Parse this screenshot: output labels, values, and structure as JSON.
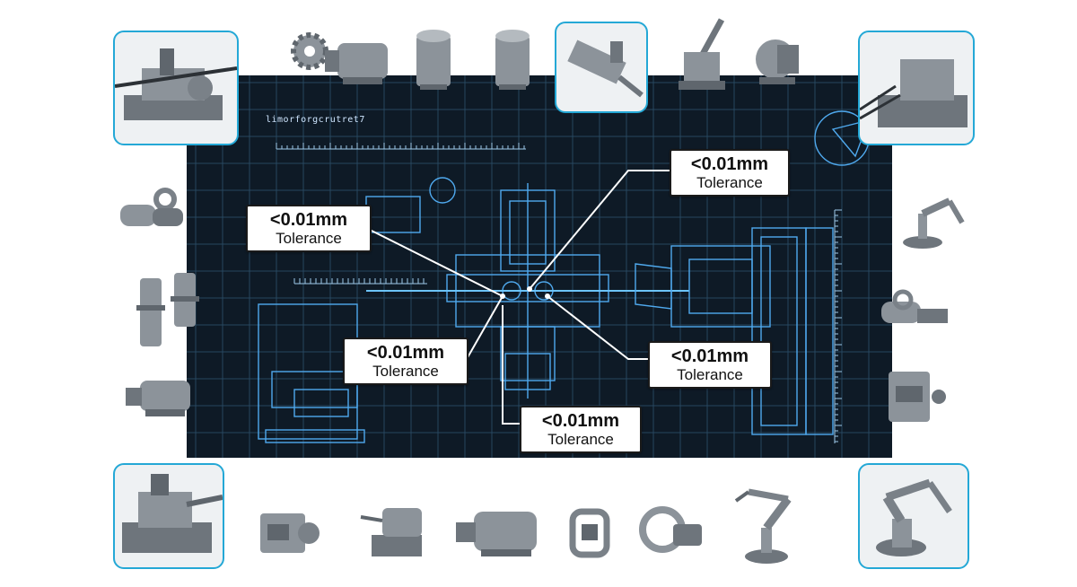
{
  "blueprint": {
    "title": "limorforgcrutret7"
  },
  "callouts": [
    {
      "value": "<0.01mm",
      "label": "Tolerance"
    },
    {
      "value": "<0.01mm",
      "label": "Tolerance"
    },
    {
      "value": "<0.01mm",
      "label": "Tolerance"
    },
    {
      "value": "<0.01mm",
      "label": "Tolerance"
    },
    {
      "value": "<0.01mm",
      "label": "Tolerance"
    }
  ],
  "colors": {
    "blueprint_bg": "#0e1a26",
    "grid": "#2a4a66",
    "drawing": "#5fb8ff",
    "tile_border": "#24a8d6",
    "part_metal": "#8c939a"
  },
  "icons": [
    "cnc-fixture-icon",
    "gear-icon",
    "electric-motor-icon",
    "cylinder-icon",
    "hydraulic-valve-icon",
    "lever-press-icon",
    "pump-icon",
    "machine-spindle-icon",
    "robot-arm-icon",
    "pipe-fitting-icon",
    "piston-icon",
    "gearbox-icon",
    "vise-icon",
    "bearing-icon",
    "clamp-icon"
  ]
}
